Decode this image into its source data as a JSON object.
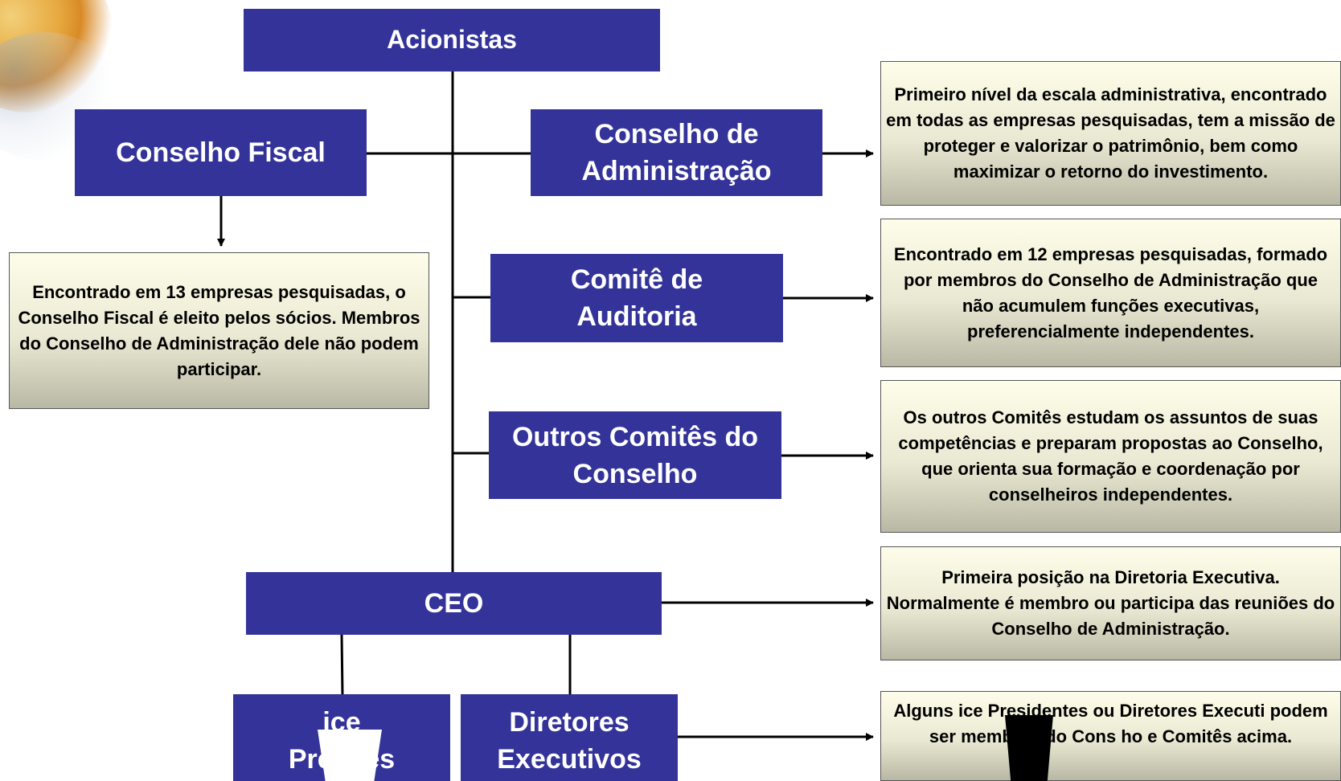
{
  "boxes": {
    "acionistas": "Acionistas",
    "conselho_fiscal": "Conselho Fiscal",
    "conselho_admin": "Conselho de\nAdministração",
    "comite_auditoria": "Comitê de\nAuditoria",
    "outros_comites": "Outros Comitês do\nConselho",
    "ceo": "CEO",
    "vice_presidentes": "ice\nPres    tes",
    "diretores": "Diretores\nExecutivos"
  },
  "notes": {
    "conselho_fiscal": "Encontrado em 13 empresas pesquisadas, o Conselho Fiscal é eleito pelos sócios. Membros do Conselho de Administração dele não podem participar.",
    "conselho_admin": "Primeiro nível da escala administrativa, encontrado em todas as empresas pesquisadas, tem a missão de proteger e valorizar o patrimônio, bem como maximizar o retorno do investimento.",
    "comite_auditoria": "Encontrado em 12 empresas pesquisadas, formado por membros do Conselho de Administração que não acumulem funções executivas, preferencialmente independentes.",
    "outros_comites": "Os outros Comitês estudam os assuntos de suas competências e preparam propostas ao Conselho, que orienta sua formação e coordenação por conselheiros independentes.",
    "ceo": "Primeira posição na Diretoria Executiva. Normalmente é membro ou participa das reuniões do Conselho de Administração.",
    "executivos": "Alguns  ice Presidentes ou Diretores Executi   podem ser membros do Cons   ho e Comitês acima."
  },
  "colors": {
    "box_fill": "#333399",
    "box_text": "#ffffff",
    "line": "#000000"
  }
}
